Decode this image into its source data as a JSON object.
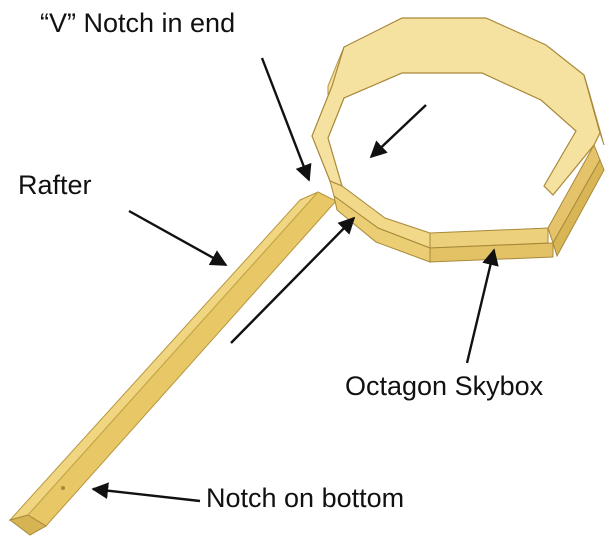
{
  "labels": {
    "v_notch": "“V” Notch in end",
    "rafter": "Rafter",
    "octagon_skybox": "Octagon Skybox",
    "notch_bottom": "Notch on bottom"
  },
  "colors": {
    "wood_light": "#f4de92",
    "wood_mid": "#e8cc6f",
    "wood_dark": "#c9a84a",
    "wood_edge": "#a8893a",
    "arrow": "#111111"
  }
}
